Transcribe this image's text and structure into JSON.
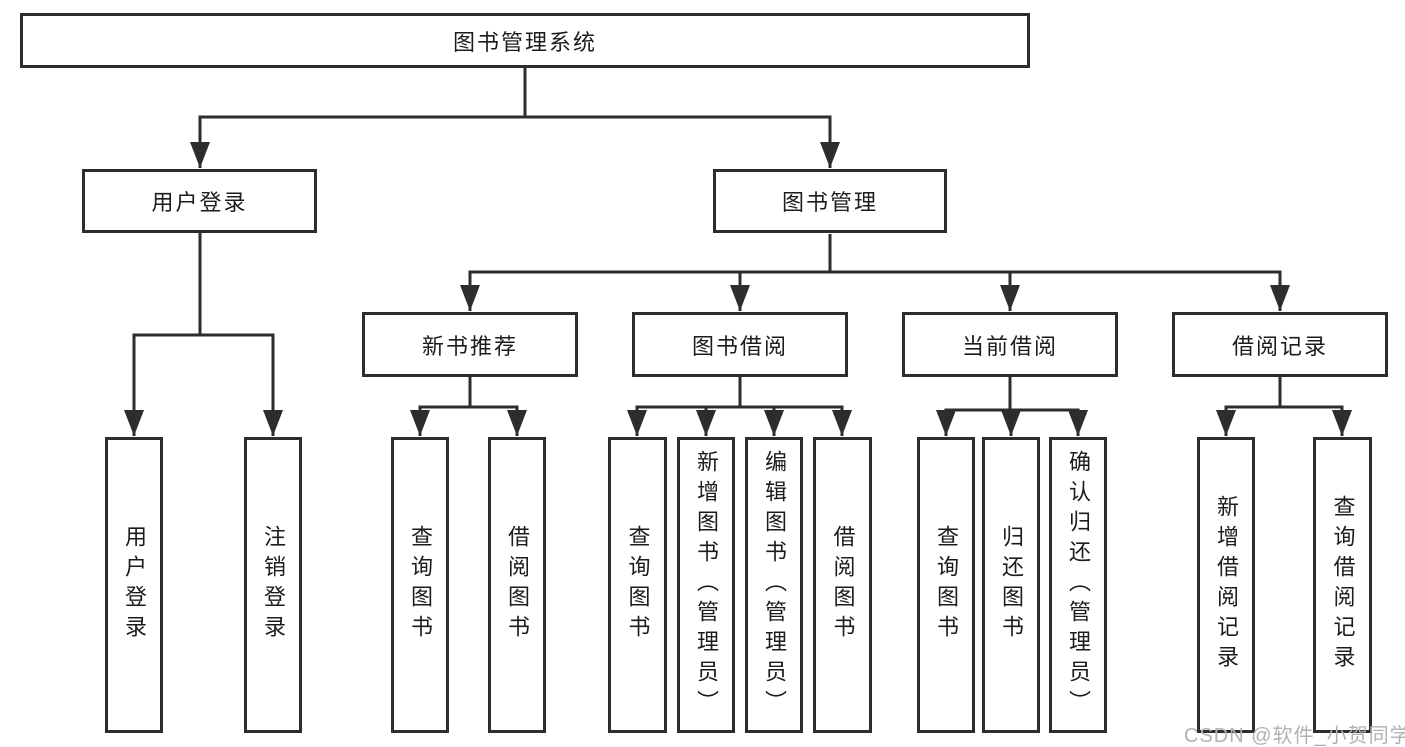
{
  "diagram_title": "图书管理系统",
  "tree": {
    "label": "图书管理系统",
    "children": [
      {
        "label": "用户登录",
        "children": [
          {
            "label": "用户登录"
          },
          {
            "label": "注销登录"
          }
        ]
      },
      {
        "label": "图书管理",
        "children": [
          {
            "label": "新书推荐",
            "children": [
              {
                "label": "查询图书"
              },
              {
                "label": "借阅图书"
              }
            ]
          },
          {
            "label": "图书借阅",
            "children": [
              {
                "label": "查询图书"
              },
              {
                "label": "新增图书（管理员）"
              },
              {
                "label": "编辑图书（管理员）"
              },
              {
                "label": "借阅图书"
              }
            ]
          },
          {
            "label": "当前借阅",
            "children": [
              {
                "label": "查询图书"
              },
              {
                "label": "归还图书"
              },
              {
                "label": "确认归还（管理员）"
              }
            ]
          },
          {
            "label": "借阅记录",
            "children": [
              {
                "label": "新增借阅记录"
              },
              {
                "label": "查询借阅记录"
              }
            ]
          }
        ]
      }
    ]
  },
  "watermark": "CSDN @软件_小贺同学",
  "colors": {
    "line": "#2d2d2d",
    "box_border": "#2d2d2d",
    "text": "#1c1c1e",
    "watermark": "#b0b2b5",
    "background": "#ffffff"
  }
}
